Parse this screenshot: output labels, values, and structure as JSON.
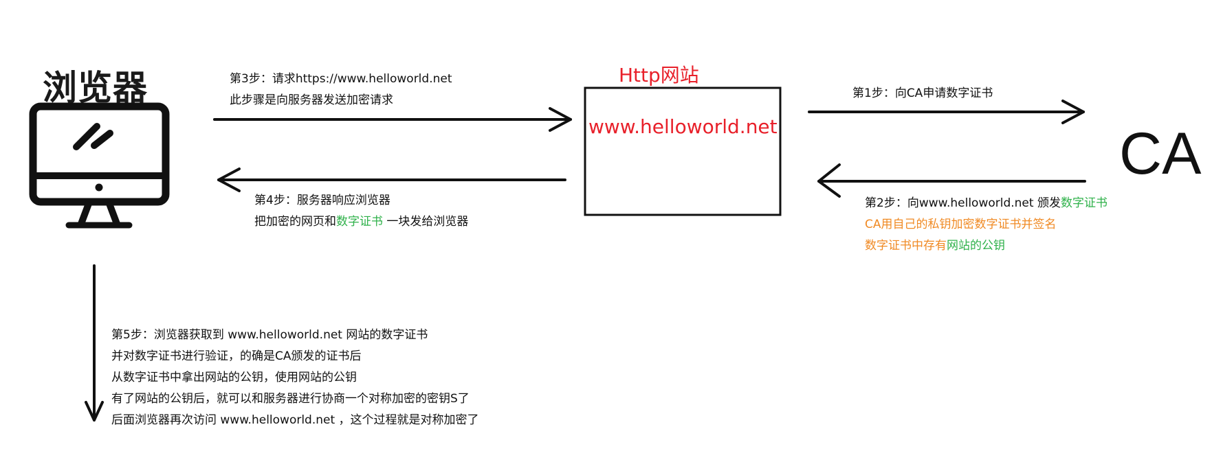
{
  "browser": {
    "title": "浏览器"
  },
  "server": {
    "title": "Http网站",
    "url": "www.helloworld.net"
  },
  "ca": {
    "label": "CA"
  },
  "step1": {
    "text": "第1步：向CA申请数字证书"
  },
  "step2": {
    "prefix": "第2步：向www.helloworld.net 颁发",
    "cert": "数字证书",
    "line2": "CA用自己的私钥加密数字证书并签名",
    "line3_a": "数字证书中存有",
    "line3_b": "网站的公钥"
  },
  "step3": {
    "line1": "第3步：请求https://www.helloworld.net",
    "line2": "此步骤是向服务器发送加密请求"
  },
  "step4": {
    "line1": "第4步：服务器响应浏览器",
    "line2_a": "把加密的网页和",
    "line2_cert": "数字证书",
    "line2_b": " 一块发给浏览器"
  },
  "step5": {
    "lines": [
      "第5步：浏览器获取到 www.helloworld.net 网站的数字证书",
      "并对数字证书进行验证，的确是CA颁发的证书后",
      "从数字证书中拿出网站的公钥，使用网站的公钥",
      "有了网站的公钥后，就可以和服务器进行协商一个对称加密的密钥S了",
      "后面浏览器再次访问 www.helloworld.net ，这个过程就是对称加密了"
    ]
  },
  "colors": {
    "server_red": "#e8202a",
    "cert_green": "#2fb14a",
    "ca_orange": "#f08a24",
    "stroke": "#111111"
  },
  "icons": [
    "monitor-icon",
    "arrow-right",
    "arrow-left",
    "arrow-down"
  ]
}
